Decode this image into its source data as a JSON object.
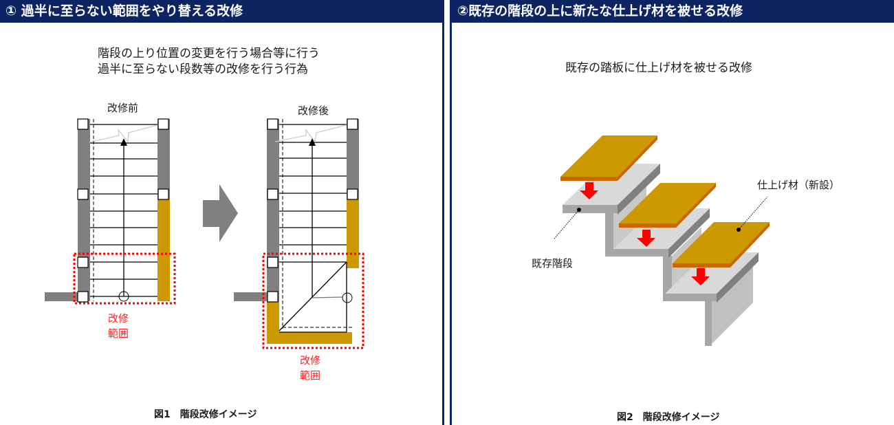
{
  "left_panel": {
    "title": "① 過半に至らない範囲をやり替える改修",
    "description_line1": "階段の上り位置の変更を行う場合等に行う",
    "description_line2": "過半に至らない段数等の改修を行う行為",
    "before_label": "改修前",
    "after_label": "改修後",
    "range_label_line1": "改修",
    "range_label_line2": "範囲",
    "caption": "図1　階段改修イメージ"
  },
  "right_panel": {
    "title": "②既存の階段の上に新たな仕上げ材を被せる改修",
    "description": "既存の踏板に仕上げ材を被せる改修",
    "new_finish_label": "仕上げ材（新設）",
    "existing_stair_label": "既存階段",
    "caption": "図2　階段改修イメージ"
  },
  "colors": {
    "header": "#0d2463",
    "wall": "#808080",
    "modified": "#cc9900",
    "range": "#ff0000",
    "finish_edge": "#cc6600"
  }
}
